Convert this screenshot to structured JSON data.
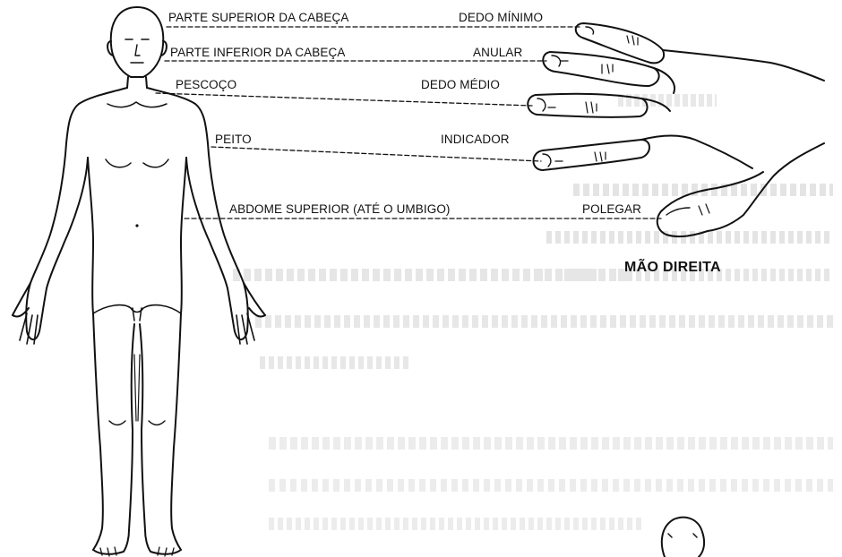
{
  "body_labels": {
    "top_head": "PARTE SUPERIOR DA CABEÇA",
    "bottom_head": "PARTE INFERIOR DA CABEÇA",
    "neck": "PESCOÇO",
    "chest": "PEITO",
    "upper_abdomen": "ABDOME SUPERIOR (ATÉ O UMBIGO)"
  },
  "finger_labels": {
    "little": "DEDO MÍNIMO",
    "ring": "ANULAR",
    "middle": "DEDO MÉDIO",
    "index": "INDICADOR",
    "thumb": "POLEGAR"
  },
  "hand_caption": "MÃO DIREITA"
}
